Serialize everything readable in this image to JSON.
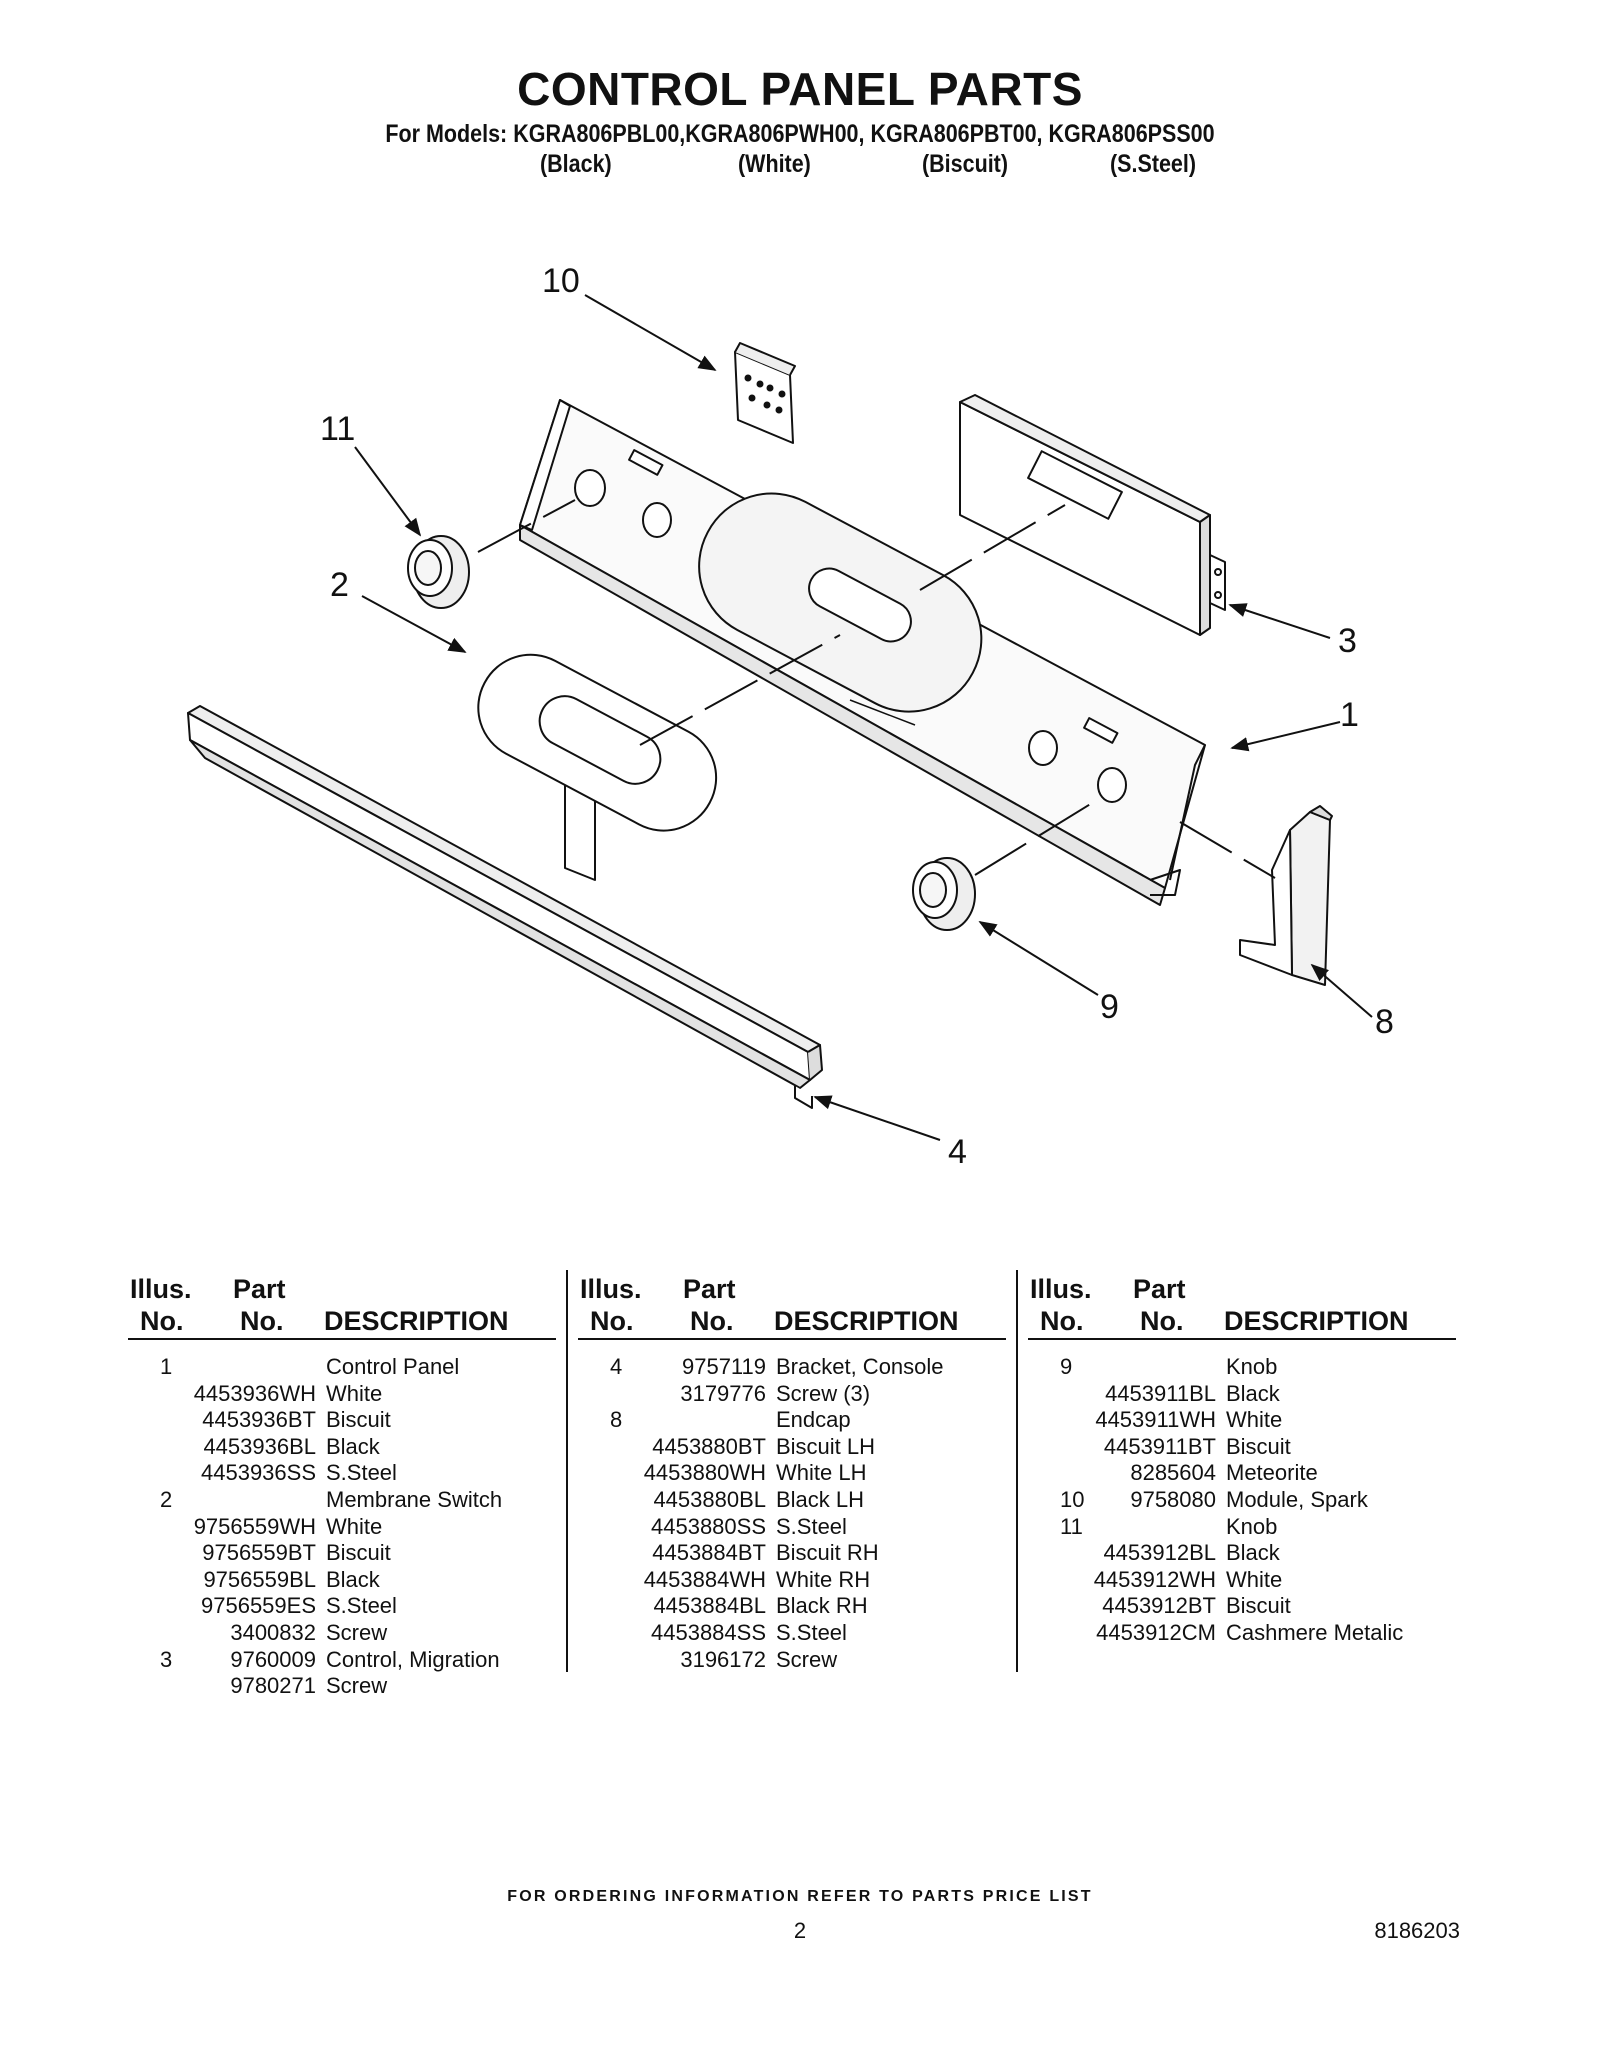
{
  "title": "CONTROL PANEL PARTS",
  "models_line": "For Models: KGRA806PBL00,KGRA806PWH00, KGRA806PBT00, KGRA806PSS00",
  "finishes": [
    "(Black)",
    "(White)",
    "(Biscuit)",
    "(S.Steel)"
  ],
  "callouts": [
    "1",
    "2",
    "3",
    "4",
    "8",
    "9",
    "10",
    "11"
  ],
  "headers": {
    "illus": "Illus.",
    "no": "No.",
    "part": "Part",
    "part_no": "No.",
    "description": "DESCRIPTION"
  },
  "columns": [
    [
      {
        "ill": "1",
        "part": "",
        "desc": "Control Panel"
      },
      {
        "ill": "",
        "part": "4453936WH",
        "desc": "White"
      },
      {
        "ill": "",
        "part": "4453936BT",
        "desc": "Biscuit"
      },
      {
        "ill": "",
        "part": "4453936BL",
        "desc": "Black"
      },
      {
        "ill": "",
        "part": "4453936SS",
        "desc": "S.Steel"
      },
      {
        "ill": "2",
        "part": "",
        "desc": "Membrane Switch"
      },
      {
        "ill": "",
        "part": "9756559WH",
        "desc": "White"
      },
      {
        "ill": "",
        "part": "9756559BT",
        "desc": "Biscuit"
      },
      {
        "ill": "",
        "part": "9756559BL",
        "desc": "Black"
      },
      {
        "ill": "",
        "part": "9756559ES",
        "desc": "S.Steel"
      },
      {
        "ill": "",
        "part": "3400832",
        "desc": "Screw"
      },
      {
        "ill": "3",
        "part": "9760009",
        "desc": "Control, Migration"
      },
      {
        "ill": "",
        "part": "9780271",
        "desc": "Screw"
      }
    ],
    [
      {
        "ill": "4",
        "part": "9757119",
        "desc": "Bracket, Console"
      },
      {
        "ill": "",
        "part": "3179776",
        "desc": "Screw (3)"
      },
      {
        "ill": "8",
        "part": "",
        "desc": "Endcap"
      },
      {
        "ill": "",
        "part": "4453880BT",
        "desc": "Biscuit LH"
      },
      {
        "ill": "",
        "part": "4453880WH",
        "desc": "White LH"
      },
      {
        "ill": "",
        "part": "4453880BL",
        "desc": "Black LH"
      },
      {
        "ill": "",
        "part": "4453880SS",
        "desc": "S.Steel"
      },
      {
        "ill": "",
        "part": "4453884BT",
        "desc": "Biscuit RH"
      },
      {
        "ill": "",
        "part": "4453884WH",
        "desc": "White RH"
      },
      {
        "ill": "",
        "part": "4453884BL",
        "desc": "Black RH"
      },
      {
        "ill": "",
        "part": "4453884SS",
        "desc": "S.Steel"
      },
      {
        "ill": "",
        "part": "3196172",
        "desc": "Screw"
      }
    ],
    [
      {
        "ill": "9",
        "part": "",
        "desc": "Knob"
      },
      {
        "ill": "",
        "part": "4453911BL",
        "desc": "Black"
      },
      {
        "ill": "",
        "part": "4453911WH",
        "desc": "White"
      },
      {
        "ill": "",
        "part": "4453911BT",
        "desc": "Biscuit"
      },
      {
        "ill": "",
        "part": "8285604",
        "desc": "Meteorite"
      },
      {
        "ill": "10",
        "part": "9758080",
        "desc": "Module, Spark"
      },
      {
        "ill": "11",
        "part": "",
        "desc": "Knob"
      },
      {
        "ill": "",
        "part": "4453912BL",
        "desc": "Black"
      },
      {
        "ill": "",
        "part": "4453912WH",
        "desc": "White"
      },
      {
        "ill": "",
        "part": "4453912BT",
        "desc": "Biscuit"
      },
      {
        "ill": "",
        "part": "4453912CM",
        "desc": "Cashmere Metalic"
      }
    ]
  ],
  "footer": "FOR ORDERING INFORMATION REFER TO PARTS PRICE LIST",
  "page_number": "2",
  "document_number": "8186203"
}
